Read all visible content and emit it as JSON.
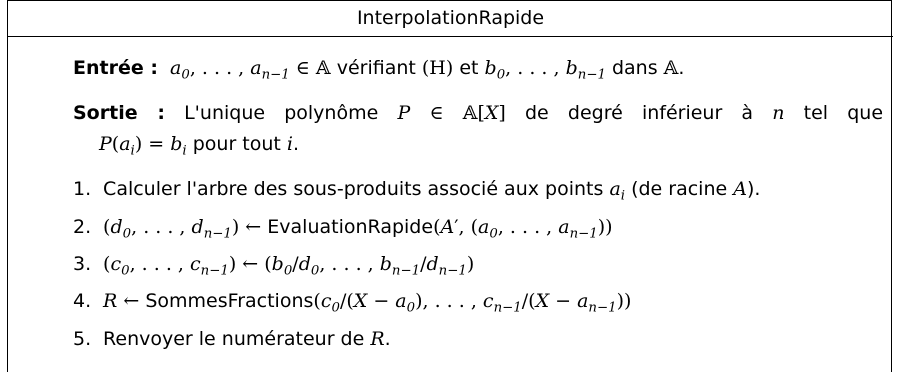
{
  "algorithm": {
    "title": "InterpolationRapide",
    "input_label": "Entrée :",
    "output_label": "Sortie :",
    "words": {
      "verifiant": "vérifiant",
      "et": "et",
      "dans": "dans",
      "sortie_text_1": "L'unique polynôme",
      "sortie_text_2": "de degré inférieur à",
      "sortie_text_3": "tel que",
      "pour_tout": "pour tout",
      "calc_text": "Calculer l'arbre des sous-produits associé aux points",
      "de_racine": "(de racine",
      "renvoyer": "Renvoyer le numérateur de"
    },
    "functions": {
      "eval": "EvaluationRapide",
      "sommes": "SommesFractions"
    },
    "step_numbers": [
      "1.",
      "2.",
      "3.",
      "4.",
      "5."
    ]
  }
}
